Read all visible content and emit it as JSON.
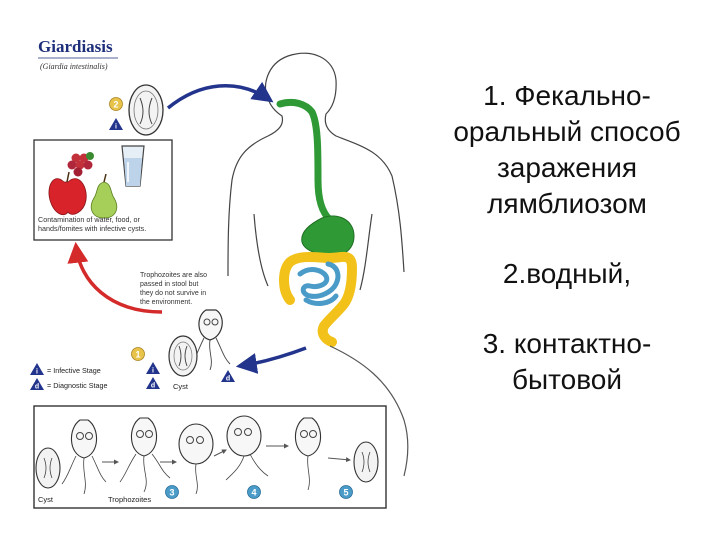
{
  "diagram": {
    "title": "Giardiasis",
    "subtitle": "(Giardia intestinalis)",
    "contamination_text": [
      "Contamination of water, food, or",
      "hands/fomites with infective cysts."
    ],
    "trophozoite_note": [
      "Trophozoites are also",
      "passed in stool but",
      "they do not survive in",
      "the environment."
    ],
    "legend": {
      "infective_label": "= Infective Stage",
      "diagnostic_label": "= Diagnostic Stage",
      "infective_symbol": "i",
      "diagnostic_symbol": "d"
    },
    "cyst_label": "Cyst",
    "bottom_cyst_label": "Cyst",
    "bottom_trophozoites_label": "Trophozoites",
    "step_numbers": [
      "1",
      "2",
      "3",
      "4",
      "5"
    ],
    "colors": {
      "arrow_blue": "#22348c",
      "arrow_red": "#d42a2a",
      "stomach_green": "#2f9a35",
      "intestine_yellow": "#f2c21a",
      "intestine_blue": "#4a9bc8",
      "marker_gold": "#e8c34a"
    }
  },
  "caption": {
    "line1": "1. Фекально-",
    "line2": "оральный способ",
    "line3": "заражения",
    "line4": "лямблиозом",
    "line5": "2.водный,",
    "line6": "3. контактно-",
    "line7": "бытовой"
  }
}
